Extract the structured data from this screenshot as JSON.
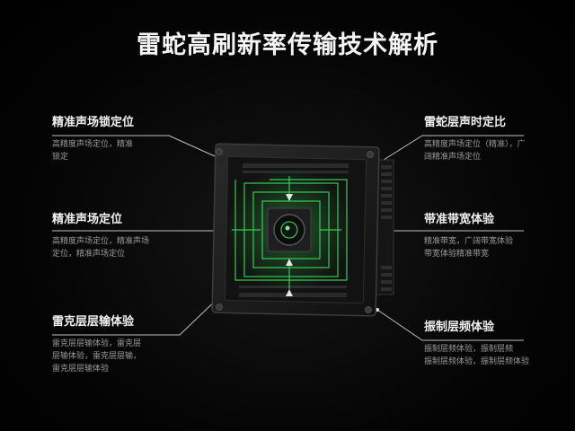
{
  "title": "雷蛇高刷新率传输技术解析",
  "labels": {
    "left": [
      {
        "head": "精准声场锁定位",
        "desc": "高精度声场定位，精准\n锁定"
      },
      {
        "head": "精准声场定位",
        "desc": "高精度声场定位，精准声场\n定位，精准声场定位"
      },
      {
        "head": "雷克层层输体验",
        "desc": "雷克层层输体验，雷克层\n层输体验，雷克层层输，\n雷克层层输体验"
      }
    ],
    "right": [
      {
        "head": "雷蛇层声时定比",
        "desc": "高精度声场定位（精准），广\n阔精准声场定位"
      },
      {
        "head": "带准带宽体验",
        "desc": "精准带宽，广阔带宽体验\n带宽体验精准带宽"
      },
      {
        "head": "振制层频体验",
        "desc": "振制层频体验，振制层频\n振制层频体验，振制层频体验"
      }
    ]
  },
  "colors": {
    "accent": "#39e05a",
    "line": "#bfbfbf",
    "chip": "#1b1b1b"
  }
}
